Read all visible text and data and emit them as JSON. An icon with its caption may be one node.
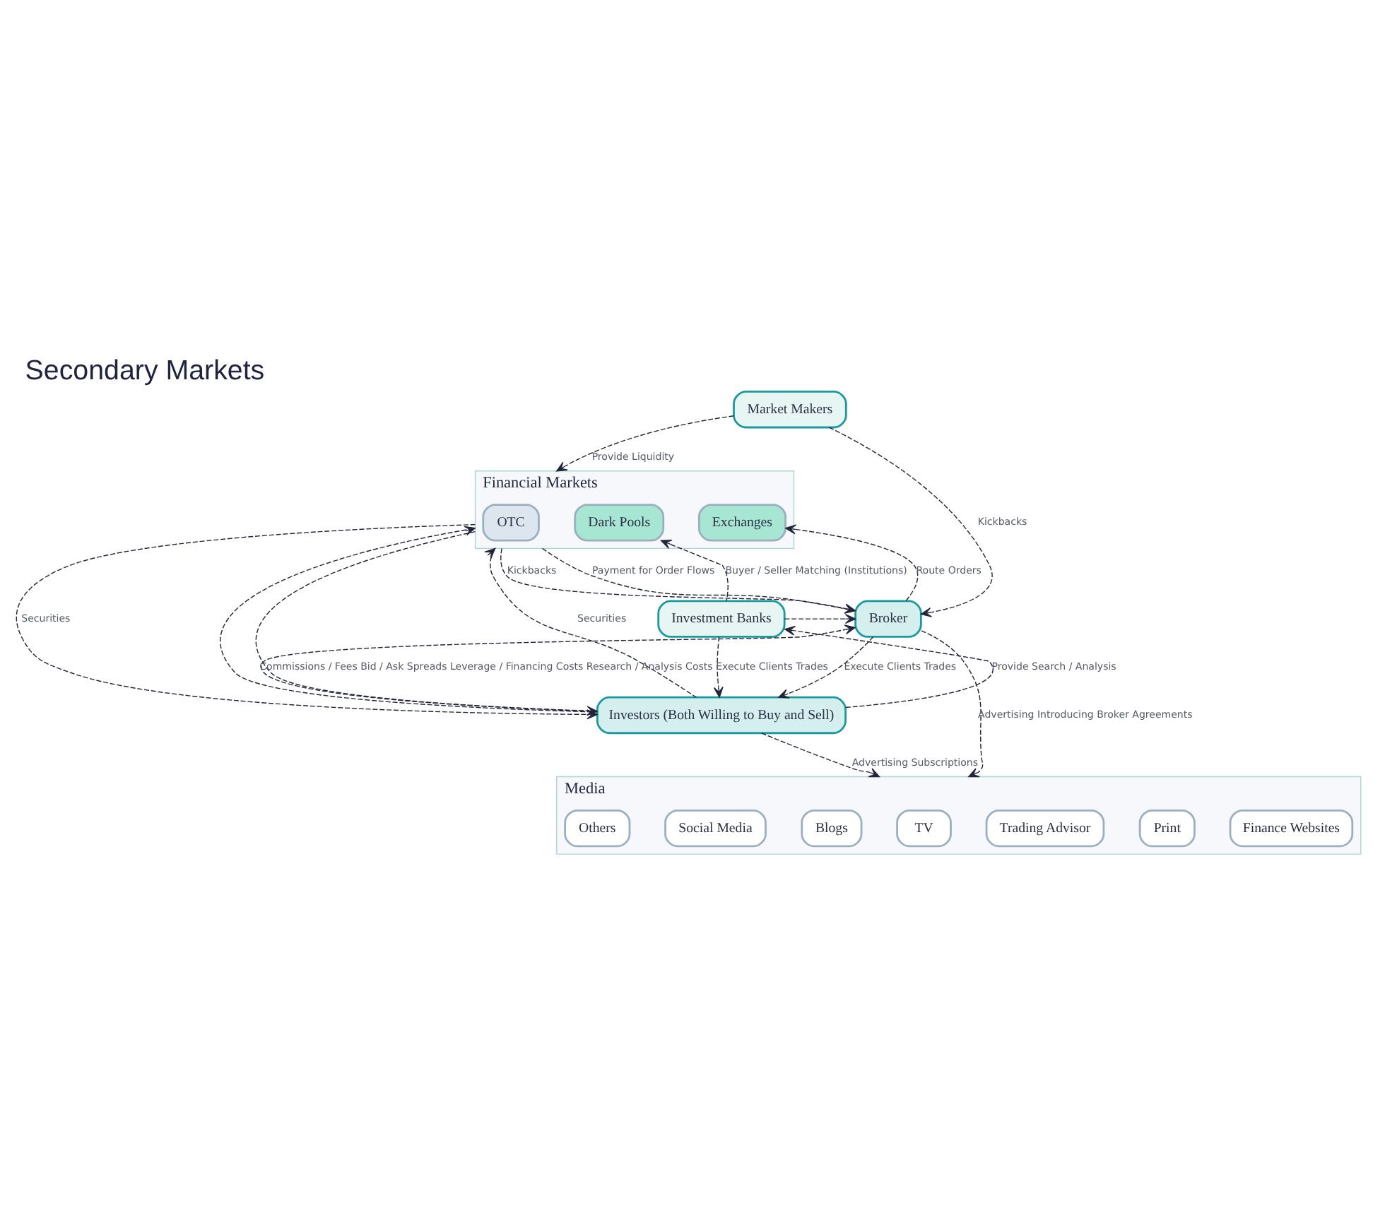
{
  "diagram": {
    "title": "Secondary Markets",
    "nodes": [
      {
        "text": [
          "Market Makers"
        ]
      },
      {
        "text": [
          "Financial Markets"
        ]
      },
      {
        "text": [
          "Exchanges"
        ],
        "in": 1
      },
      {
        "text": [
          "OTC"
        ],
        "in": 1
      },
      {
        "text": [
          "Dark Pools"
        ],
        "in": 1
      },
      {
        "text": [
          "Broker"
        ]
      },
      {
        "text": [
          "Investment Banks"
        ]
      },
      {
        "text": [
          "Investors (Both Willing to Buy and Sell)"
        ]
      },
      {
        "text": [
          "Media"
        ]
      },
      {
        "text": [
          "Finance Websites"
        ],
        "in": 8
      },
      {
        "text": [
          "Print"
        ],
        "in": 8
      },
      {
        "text": [
          "Trading Advisor"
        ],
        "in": 8
      },
      {
        "text": [
          "TV"
        ],
        "in": 8
      },
      {
        "text": [
          "Blogs"
        ],
        "in": 8
      },
      {
        "text": [
          "Social Media"
        ],
        "in": 8
      },
      {
        "text": [
          "Others"
        ],
        "in": 8
      }
    ],
    "edges": [
      {
        "from": 0,
        "to": 1,
        "arrow": "to",
        "label": "Provide Liquidity"
      },
      {
        "from": 0,
        "to": 5,
        "arrow": "to",
        "label": "Kickbacks"
      },
      {
        "from": 5,
        "to": 2,
        "arrow": "to",
        "label": "Route Orders"
      },
      {
        "from": 1,
        "to": 5,
        "arrow": "to",
        "label": "Kickbacks"
      },
      {
        "from": 1,
        "to": 5,
        "arrow": "to",
        "label": "Payment for Order Flows"
      },
      {
        "from": 6,
        "to": 5,
        "arrow": "to"
      },
      {
        "from": 6,
        "to": 4,
        "arrow": "to",
        "label": "Buyer / Seller Matching (Institutions)"
      },
      {
        "from": 5,
        "to": 8,
        "arrow": "to",
        "label": "Advertising Introducing Broker Agreements"
      },
      {
        "from": 5,
        "to": 7,
        "arrow": "to",
        "label": "Execute Clients Trades"
      },
      {
        "from": 7,
        "to": 5,
        "arrow": "to",
        "label": "Commissions / Fees Bid / Ask Spreads Leverage / Financing Costs Research / Analysis Costs"
      },
      {
        "from": 7,
        "to": 6,
        "arrow": "to",
        "label": "Provide Search / Analysis"
      },
      {
        "from": 6,
        "to": 7,
        "arrow": "to",
        "label": "Execute Clients Trades"
      },
      {
        "from": 1,
        "to": 7,
        "arrow": "to",
        "label": "Securities"
      },
      {
        "from": 7,
        "to": 1,
        "arrow": "to"
      },
      {
        "from": 1,
        "to": 7,
        "arrow": "to"
      },
      {
        "from": 7,
        "to": 1,
        "arrow": "to",
        "label": "Securities"
      },
      {
        "from": 7,
        "to": 8,
        "arrow": "to",
        "label": "Advertising Subscriptions"
      }
    ]
  }
}
